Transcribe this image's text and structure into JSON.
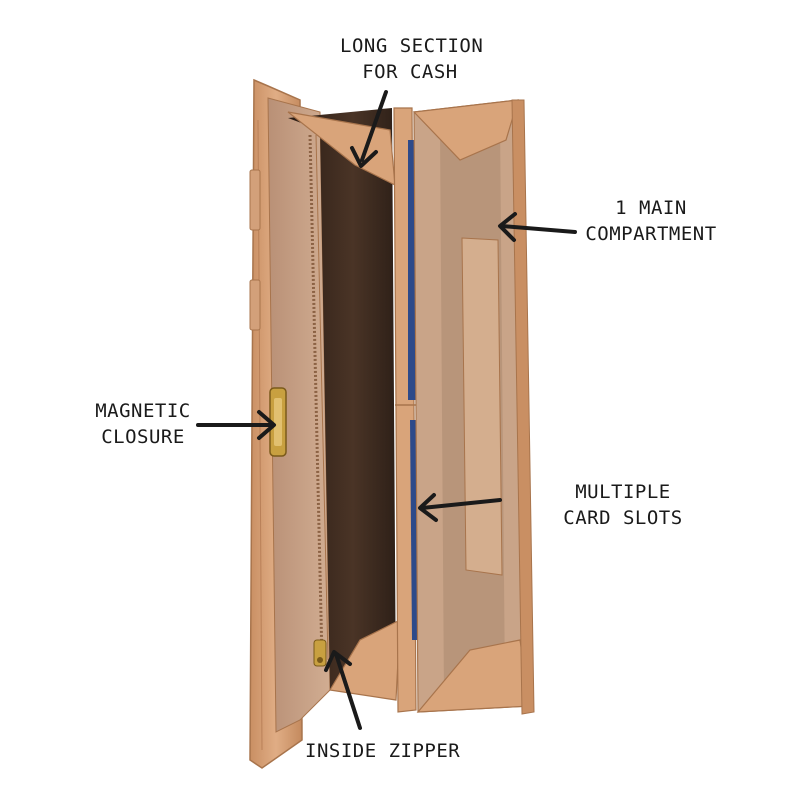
{
  "callouts": {
    "cash": {
      "line1": "LONG SECTION",
      "line2": "FOR CASH"
    },
    "main": {
      "line1": "1 MAIN",
      "line2": "COMPARTMENT"
    },
    "magnetic": {
      "line1": "MAGNETIC",
      "line2": "CLOSURE"
    },
    "card_slots": {
      "line1": "MULTIPLE",
      "line2": "CARD SLOTS"
    },
    "zipper": {
      "line1": "INSIDE ZIPPER"
    }
  },
  "colors": {
    "leather": "#d9a47a",
    "leather_dark": "#a8744c",
    "lining": "#c9a488",
    "shadow": "#3a2a20",
    "card_blue": "#2d4a8a",
    "gold": "#c8a040",
    "arrow": "#1a1a1a"
  }
}
